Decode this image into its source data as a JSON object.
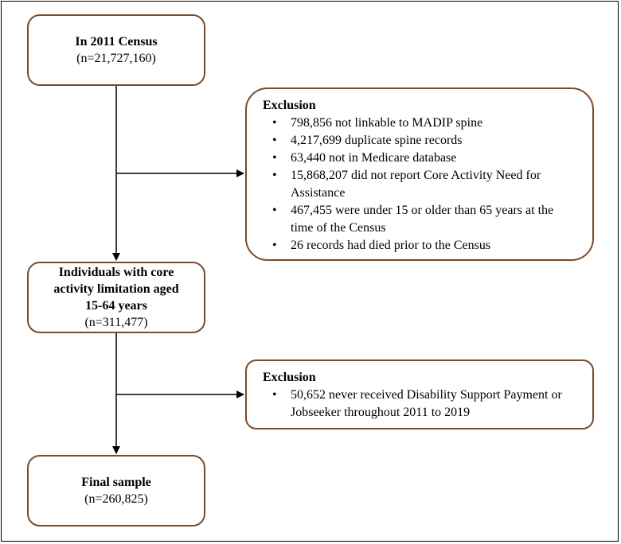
{
  "box1": {
    "title": "In 2011 Census",
    "count": "(n=21,727,160)"
  },
  "exclusion1": {
    "header": "Exclusion",
    "items": [
      "798,856 not linkable to MADIP spine",
      "4,217,699 duplicate spine records",
      "63,440 not in Medicare database",
      "15,868,207 did not report Core Activity Need for Assistance",
      "467,455 were under 15 or older than 65 years at the time of the Census",
      "26 records had died prior to the Census"
    ]
  },
  "box2": {
    "title_line1": "Individuals with core",
    "title_line2": "activity limitation aged",
    "title_line3": "15-64 years",
    "count": "(n=311,477)"
  },
  "exclusion2": {
    "header": "Exclusion",
    "items": [
      "50,652 never received Disability Support Payment or Jobseeker throughout 2011 to 2019"
    ]
  },
  "box3": {
    "title": "Final sample",
    "count": "(n=260,825)"
  }
}
